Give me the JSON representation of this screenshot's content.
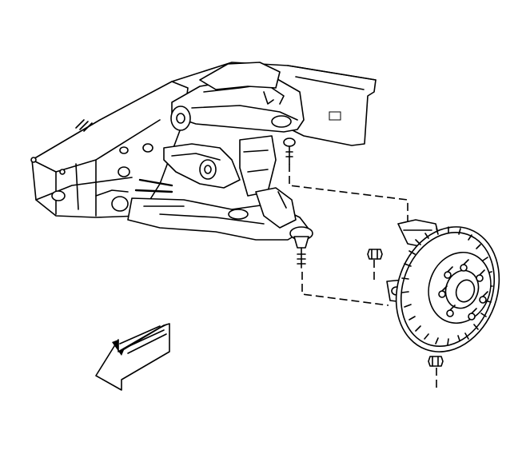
{
  "diagram": {
    "kind": "exploded-view illustration",
    "subject_parts": [
      "frame-rail",
      "upper-control-arm",
      "lower-control-arm",
      "upper-ball-joint",
      "lower-ball-joint",
      "steering-knuckle",
      "brake-rotor",
      "wheel-studs",
      "upper-nut",
      "lower-nut"
    ],
    "direction_icon": "front-arrow-icon",
    "colors": {
      "line": "#000000",
      "background": "#ffffff"
    }
  }
}
